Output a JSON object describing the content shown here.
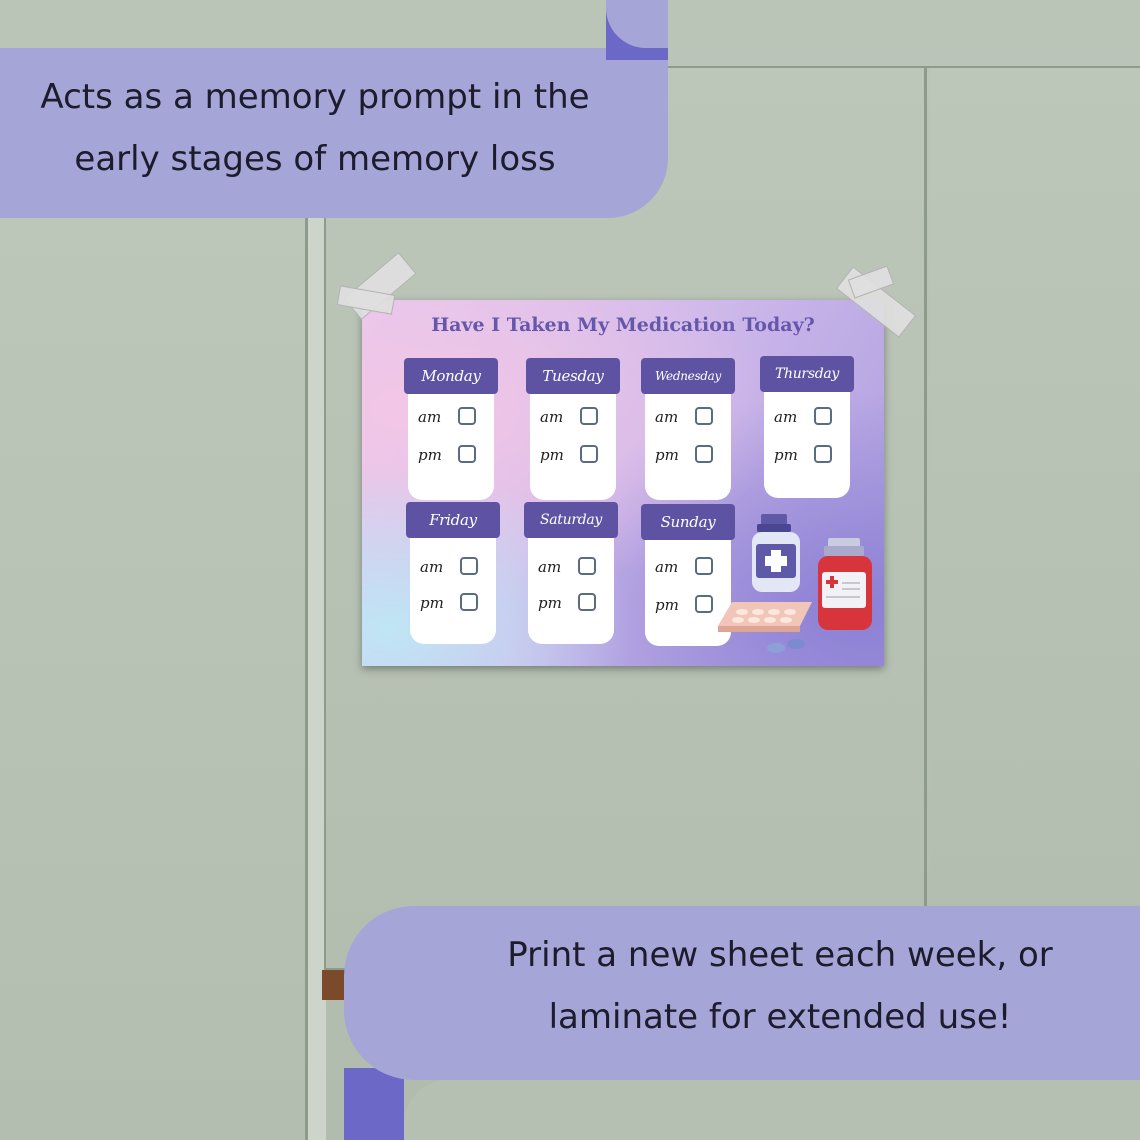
{
  "banners": {
    "top": {
      "line1": "Acts as a memory prompt in the",
      "line2": "early stages of memory loss"
    },
    "bottom": {
      "line1": "Print a new sheet each week, or",
      "line2": "laminate for extended use!"
    }
  },
  "poster": {
    "title": "Have I Taken My Medication Today?",
    "days": [
      {
        "name": "Monday",
        "am": "am",
        "pm": "pm"
      },
      {
        "name": "Tuesday",
        "am": "am",
        "pm": "pm"
      },
      {
        "name": "Wednesday",
        "am": "am",
        "pm": "pm"
      },
      {
        "name": "Thursday",
        "am": "am",
        "pm": "pm"
      },
      {
        "name": "Friday",
        "am": "am",
        "pm": "pm"
      },
      {
        "name": "Saturday",
        "am": "am",
        "pm": "pm"
      },
      {
        "name": "Sunday",
        "am": "am",
        "pm": "pm"
      }
    ]
  },
  "colors": {
    "banner": "#a5a5d8",
    "day_header": "#5e52a3",
    "title": "#6558aa",
    "wall": "#b9c4b6"
  }
}
